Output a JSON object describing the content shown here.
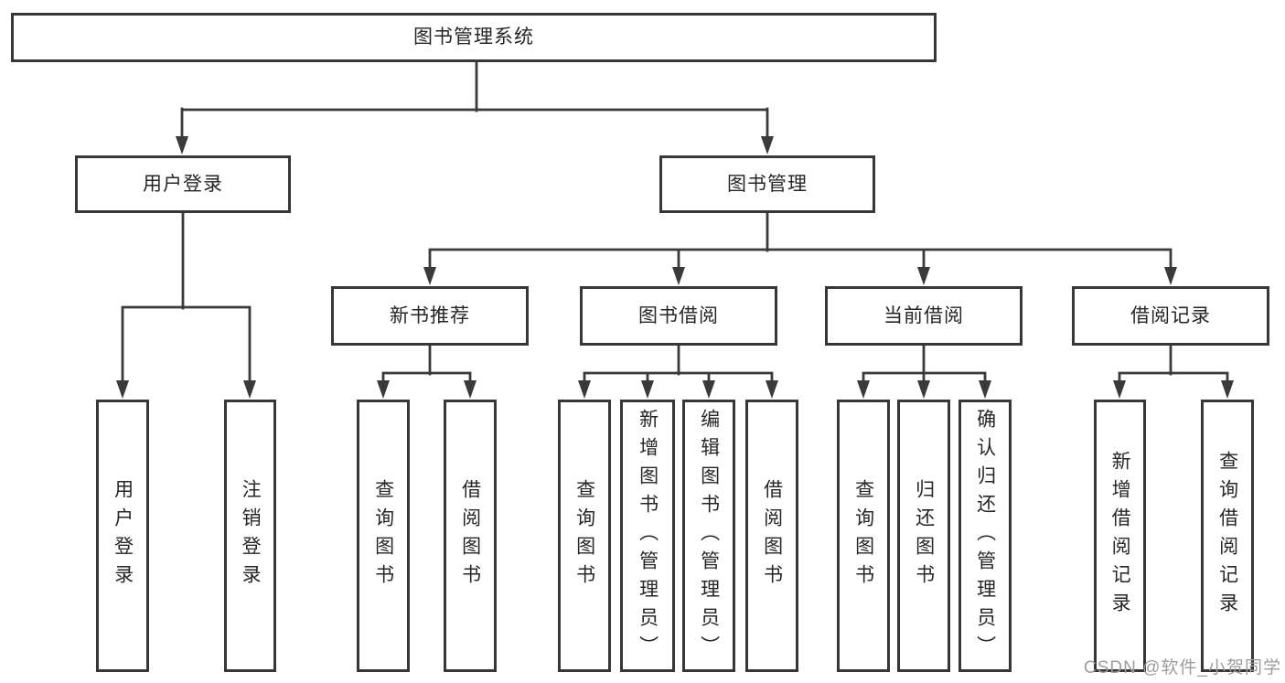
{
  "diagram": {
    "root": {
      "label": "图书管理系统"
    },
    "level2": [
      {
        "label": "用户登录"
      },
      {
        "label": "图书管理"
      }
    ],
    "level3": [
      {
        "label": "新书推荐"
      },
      {
        "label": "图书借阅"
      },
      {
        "label": "当前借阅"
      },
      {
        "label": "借阅记录"
      }
    ],
    "leaves": [
      {
        "label": "用户登录"
      },
      {
        "label": "注销登录"
      },
      {
        "label": "查询图书"
      },
      {
        "label": "借阅图书"
      },
      {
        "label": "查询图书"
      },
      {
        "label": "新增图书（管理员）"
      },
      {
        "label": "编辑图书（管理员）"
      },
      {
        "label": "借阅图书"
      },
      {
        "label": "查询图书"
      },
      {
        "label": "归还图书"
      },
      {
        "label": "确认归还（管理员）"
      },
      {
        "label": "新增借阅记录"
      },
      {
        "label": "查询借阅记录"
      }
    ],
    "watermark": "CSDN @软件_小贺同学"
  },
  "colors": {
    "line": "#3a3a3a",
    "box_border": "#373737",
    "box_fill": "#ffffff",
    "text": "#262626",
    "watermark": "#9d9d9d",
    "background": "#ffffff"
  }
}
